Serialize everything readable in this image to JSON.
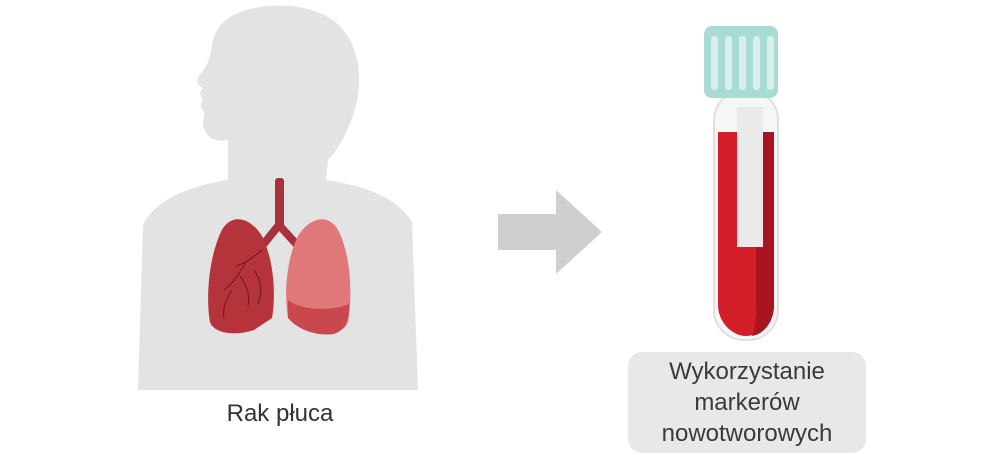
{
  "left": {
    "caption": "Rak płuca"
  },
  "right": {
    "label_lines": [
      "Wykorzystanie",
      "markerów",
      "nowotworowych"
    ]
  },
  "colors": {
    "silhouette": "#e3e3e3",
    "arrow": "#cfcfcf",
    "lung_dark": "#b5343c",
    "lung_light": "#e0787a",
    "trachea": "#a8323a",
    "tube_cap": "#a9dbd5",
    "blood": "#d41e2a",
    "label_box": "#e8e8e8"
  }
}
